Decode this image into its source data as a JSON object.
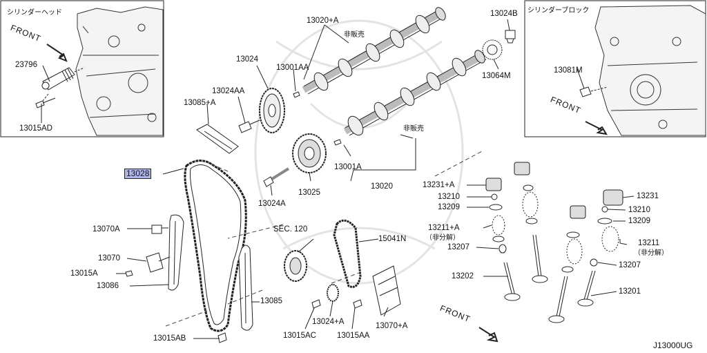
{
  "diagram_id": "J13000UG",
  "front_label": "FRONT",
  "insets": {
    "left": {
      "title": "シリンダーヘッド",
      "part_sensor": "23796",
      "part_bolt": "13015AD"
    },
    "right": {
      "title": "シリンダーブロック",
      "part_plug": "13081M"
    }
  },
  "parts": {
    "cam_exhaust": "13020+A",
    "not_sold_1": "非販売",
    "cam_intake": "13020",
    "not_sold_2": "非販売",
    "cam_bolt_aa": "13001AA",
    "cam_bolt_a": "13001A",
    "sprocket": "13024",
    "sprocket_bolt_aa": "13024AA",
    "sprocket_bolt_a": "13024A",
    "vtc": "13025",
    "cam_bolt_b": "13024B",
    "sensor_plate": "13064M",
    "chain_guide_top": "13085+A",
    "timing_chain": "13028",
    "tensioner_a": "13070A",
    "tensioner": "13070",
    "bolt_a": "13015A",
    "slack_guide": "13086",
    "sec_ref": "SEC. 120",
    "oil_chain": "15041N",
    "guide": "13085",
    "crank_sprocket": "13024+A",
    "bolt_ac": "13015AC",
    "bolt_aa": "13015AA",
    "tensioner_b": "13070+A",
    "bolt_ab": "13015AB",
    "lifter_ex": "13231+A",
    "collet_ex": "13210",
    "retainer_ex": "13209",
    "spring_ex": "13211+A",
    "spring_ex_note": "（非分解）",
    "seal_ex": "13207",
    "valve_ex": "13202",
    "lifter_in": "13231",
    "collet_in": "13210",
    "retainer_in": "13209",
    "spring_in": "13211",
    "spring_in_note": "（非分解）",
    "seal_in": "13207",
    "valve_in": "13201"
  }
}
